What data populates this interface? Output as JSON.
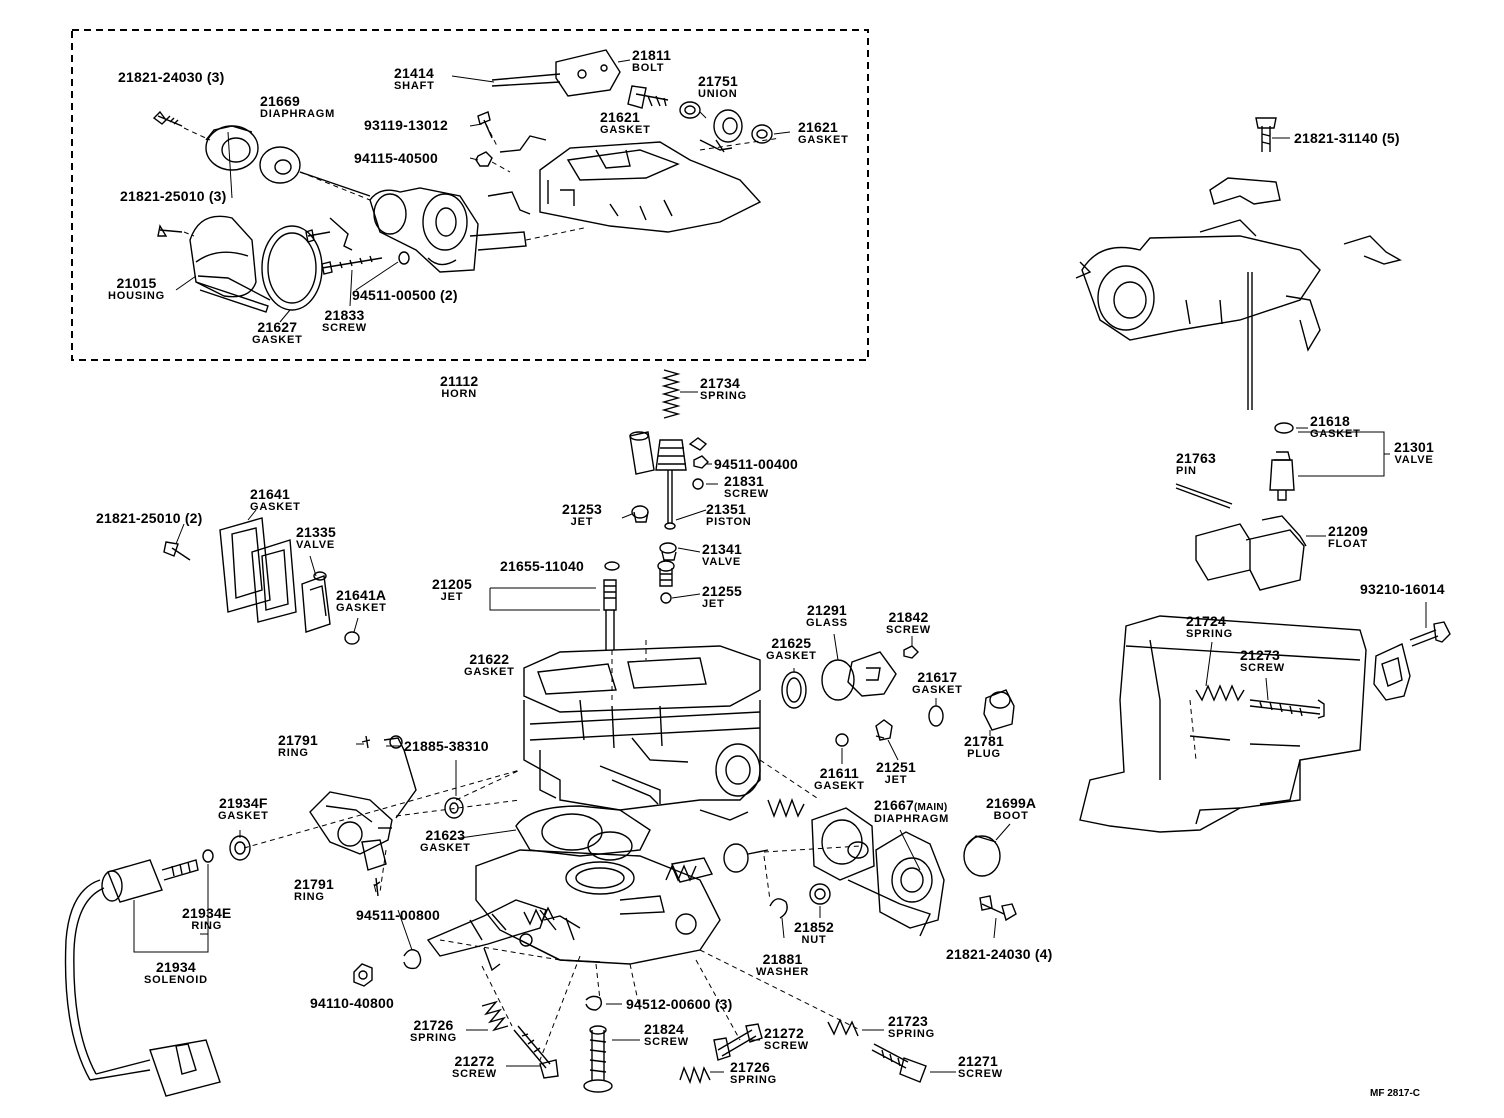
{
  "ref_code": "MF 2817-C",
  "labels": {
    "l_21821_24030_3": {
      "num": "21821-24030 (3)",
      "desc": ""
    },
    "l_21669": {
      "num": "21669",
      "desc": "DIAPHRAGM"
    },
    "l_21414": {
      "num": "21414",
      "desc": "SHAFT"
    },
    "l_21811": {
      "num": "21811",
      "desc": "BOLT"
    },
    "l_21751": {
      "num": "21751",
      "desc": "UNION"
    },
    "l_21621_a": {
      "num": "21621",
      "desc": "GASKET"
    },
    "l_21621_b": {
      "num": "21621",
      "desc": "GASKET"
    },
    "l_93119": {
      "num": "93119-13012",
      "desc": ""
    },
    "l_94115": {
      "num": "94115-40500",
      "desc": ""
    },
    "l_21821_25010_3": {
      "num": "21821-25010 (3)",
      "desc": ""
    },
    "l_21015": {
      "num": "21015",
      "desc": "HOUSING"
    },
    "l_21627": {
      "num": "21627",
      "desc": "GASKET"
    },
    "l_21833": {
      "num": "21833",
      "desc": "SCREW"
    },
    "l_94511_00500": {
      "num": "94511-00500 (2)",
      "desc": ""
    },
    "l_21112": {
      "num": "21112",
      "desc": "HORN"
    },
    "l_21734": {
      "num": "21734",
      "desc": "SPRING"
    },
    "l_94511_00400": {
      "num": "94511-00400",
      "desc": ""
    },
    "l_21831": {
      "num": "21831",
      "desc": "SCREW"
    },
    "l_21253": {
      "num": "21253",
      "desc": "JET"
    },
    "l_21351": {
      "num": "21351",
      "desc": "PISTON"
    },
    "l_21341": {
      "num": "21341",
      "desc": "VALVE"
    },
    "l_21205": {
      "num": "21205",
      "desc": "JET"
    },
    "l_21655": {
      "num": "21655-11040",
      "desc": ""
    },
    "l_21255": {
      "num": "21255",
      "desc": "JET"
    },
    "l_21821_31140": {
      "num": "21821-31140 (5)",
      "desc": ""
    },
    "l_21618": {
      "num": "21618",
      "desc": "GASKET"
    },
    "l_21301": {
      "num": "21301",
      "desc": "VALVE"
    },
    "l_21763": {
      "num": "21763",
      "desc": "PIN"
    },
    "l_21209": {
      "num": "21209",
      "desc": "FLOAT"
    },
    "l_93210": {
      "num": "93210-16014",
      "desc": ""
    },
    "l_21724": {
      "num": "21724",
      "desc": "SPRING"
    },
    "l_21273": {
      "num": "21273",
      "desc": "SCREW"
    },
    "l_21821_25010_2": {
      "num": "21821-25010 (2)",
      "desc": ""
    },
    "l_21641": {
      "num": "21641",
      "desc": "GASKET"
    },
    "l_21335": {
      "num": "21335",
      "desc": "VALVE"
    },
    "l_21641a": {
      "num": "21641A",
      "desc": "GASKET"
    },
    "l_21291": {
      "num": "21291",
      "desc": "GLASS"
    },
    "l_21842": {
      "num": "21842",
      "desc": "SCREW"
    },
    "l_21625": {
      "num": "21625",
      "desc": "GASKET"
    },
    "l_21622": {
      "num": "21622",
      "desc": "GASKET"
    },
    "l_21617": {
      "num": "21617",
      "desc": "GASKET"
    },
    "l_21781": {
      "num": "21781",
      "desc": "PLUG"
    },
    "l_21791_a": {
      "num": "21791",
      "desc": "RING"
    },
    "l_21885": {
      "num": "21885-38310",
      "desc": ""
    },
    "l_21611": {
      "num": "21611",
      "desc": "GASEKT"
    },
    "l_21251": {
      "num": "21251",
      "desc": "JET"
    },
    "l_21934f": {
      "num": "21934F",
      "desc": "GASKET"
    },
    "l_21623": {
      "num": "21623",
      "desc": "GASKET"
    },
    "l_21667": {
      "num": "21667",
      "main": "(MAIN)",
      "desc": "DIAPHRAGM"
    },
    "l_21699a": {
      "num": "21699A",
      "desc": "BOOT"
    },
    "l_21791_b": {
      "num": "21791",
      "desc": "RING"
    },
    "l_21934e": {
      "num": "21934E",
      "desc": "RING"
    },
    "l_94511_00800": {
      "num": "94511-00800",
      "desc": ""
    },
    "l_21852": {
      "num": "21852",
      "desc": "NUT"
    },
    "l_21881": {
      "num": "21881",
      "desc": "WASHER"
    },
    "l_21821_24030_4": {
      "num": "21821-24030 (4)",
      "desc": ""
    },
    "l_21934": {
      "num": "21934",
      "desc": "SOLENOID"
    },
    "l_94110": {
      "num": "94110-40800",
      "desc": ""
    },
    "l_94512": {
      "num": "94512-00600 (3)",
      "desc": ""
    },
    "l_21726_a": {
      "num": "21726",
      "desc": "SPRING"
    },
    "l_21824": {
      "num": "21824",
      "desc": "SCREW"
    },
    "l_21272_a": {
      "num": "21272",
      "desc": "SCREW"
    },
    "l_21723": {
      "num": "21723",
      "desc": "SPRING"
    },
    "l_21272_b": {
      "num": "21272",
      "desc": "SCREW"
    },
    "l_21726_b": {
      "num": "21726",
      "desc": "SPRING"
    },
    "l_21271": {
      "num": "21271",
      "desc": "SCREW"
    }
  }
}
